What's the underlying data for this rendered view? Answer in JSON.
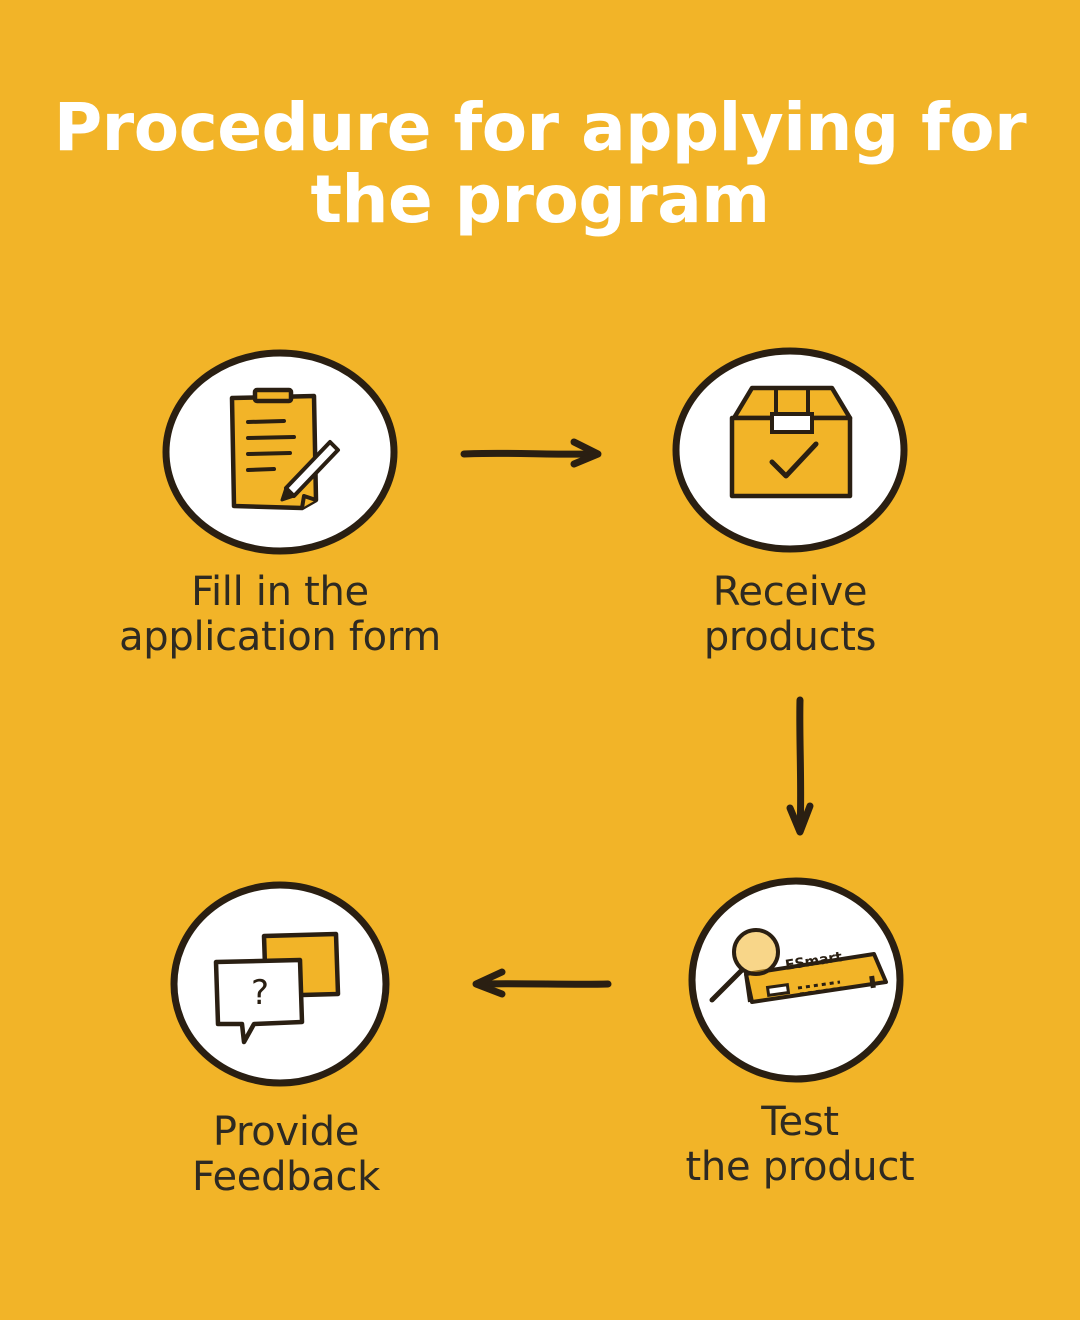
{
  "title": {
    "line1": "Procedure for applying for",
    "line2": "the program"
  },
  "colors": {
    "background": "#F2B428",
    "ink": "#2A1F12",
    "icon_fill": "#FFFFFF",
    "title": "#FFFFFF"
  },
  "steps": [
    {
      "id": "fill-form",
      "icon": "clipboard-pencil-icon",
      "line1": "Fill in the",
      "line2": "application form"
    },
    {
      "id": "receive-products",
      "icon": "box-check-icon",
      "line1": "Receive",
      "line2": "products"
    },
    {
      "id": "test-product",
      "icon": "magnifier-router-icon",
      "line1": "Test",
      "line2": "the product",
      "device_text": "ESmart"
    },
    {
      "id": "provide-feedback",
      "icon": "chat-question-icon",
      "line1": "Provide",
      "line2": "Feedback",
      "bubble_text": "?"
    }
  ],
  "flow": [
    {
      "from": "fill-form",
      "to": "receive-products",
      "direction": "right"
    },
    {
      "from": "receive-products",
      "to": "test-product",
      "direction": "down"
    },
    {
      "from": "test-product",
      "to": "provide-feedback",
      "direction": "left"
    }
  ]
}
